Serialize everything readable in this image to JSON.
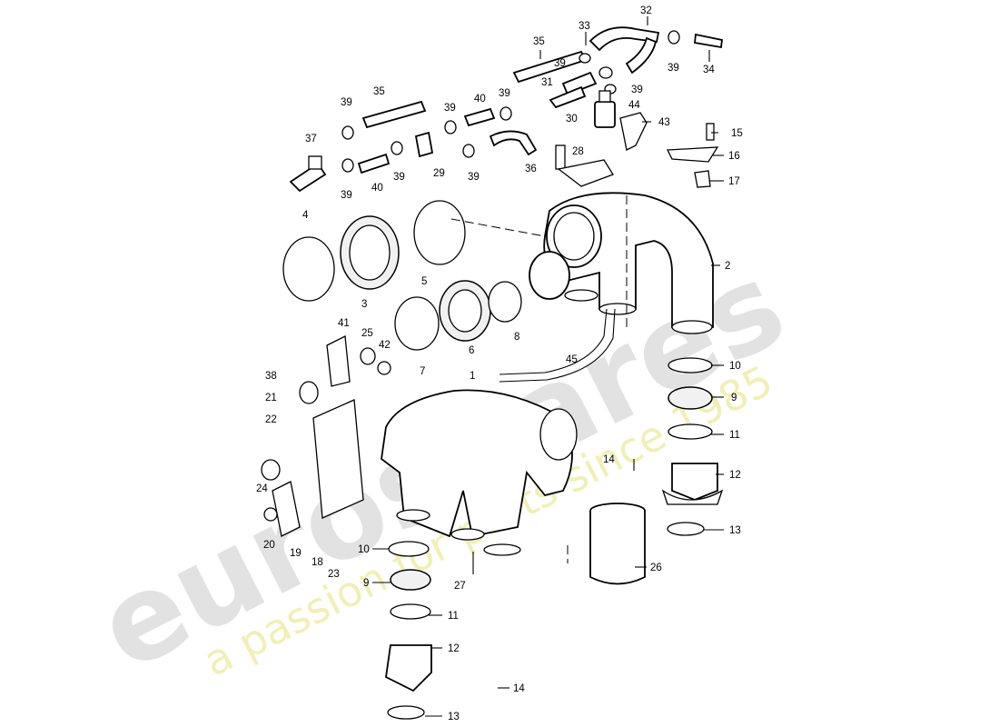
{
  "watermark": {
    "brand": "eurospares",
    "tagline": "a passion for parts since 1985"
  },
  "callouts": [
    "1",
    "2",
    "3",
    "4",
    "5",
    "6",
    "7",
    "8",
    "9",
    "9",
    "10",
    "10",
    "11",
    "11",
    "12",
    "12",
    "13",
    "13",
    "14",
    "14",
    "15",
    "16",
    "17",
    "18",
    "19",
    "20",
    "21",
    "22",
    "23",
    "24",
    "25",
    "26",
    "27",
    "28",
    "29",
    "30",
    "31",
    "32",
    "33",
    "34",
    "35",
    "35",
    "36",
    "37",
    "38",
    "39",
    "39",
    "39",
    "39",
    "39",
    "39",
    "39",
    "39",
    "39",
    "40",
    "40",
    "41",
    "42",
    "43",
    "44",
    "45"
  ]
}
